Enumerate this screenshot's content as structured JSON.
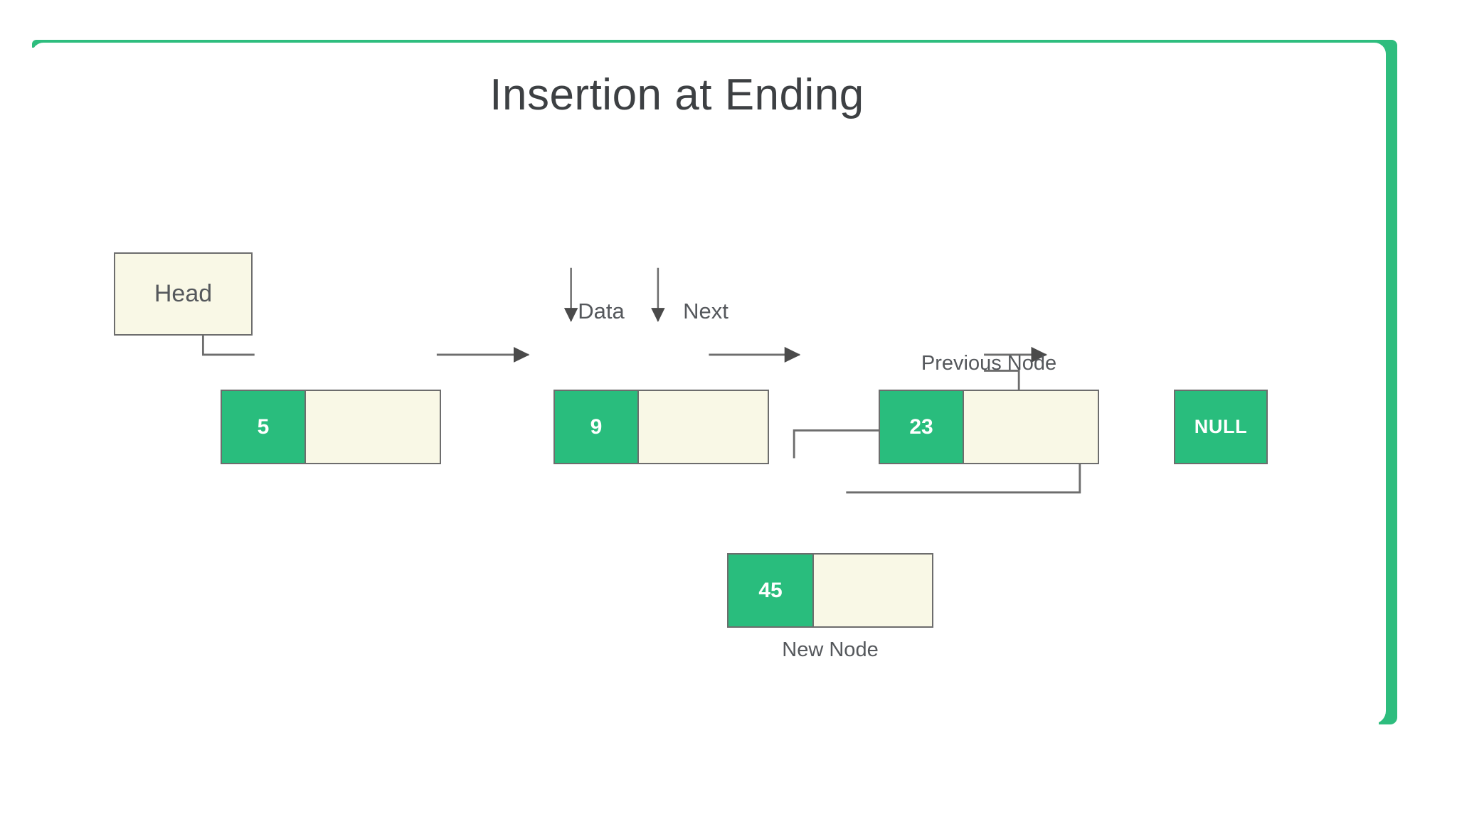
{
  "diagram": {
    "title": "Insertion at Ending",
    "type": "singly-linked-list-insertion",
    "colors": {
      "accent": "#2ebd7e",
      "green": "#29bd7d",
      "cream": "#f9f8e6",
      "stroke": "#6d6d6d",
      "text": "#55585c",
      "title_text": "#3d4043",
      "card_background": "#ffffff"
    },
    "head": {
      "label": "Head"
    },
    "field_labels": {
      "data": "Data",
      "next": "Next"
    },
    "node_labels": {
      "previous_node": "Previous Node",
      "new_node": "New Node"
    },
    "terminator": {
      "label": "NULL"
    },
    "nodes": [
      {
        "value": "5",
        "caption": ""
      },
      {
        "value": "9",
        "caption": ""
      },
      {
        "value": "23",
        "caption": "Previous Node"
      },
      {
        "value": "45",
        "caption": "New Node"
      }
    ]
  }
}
